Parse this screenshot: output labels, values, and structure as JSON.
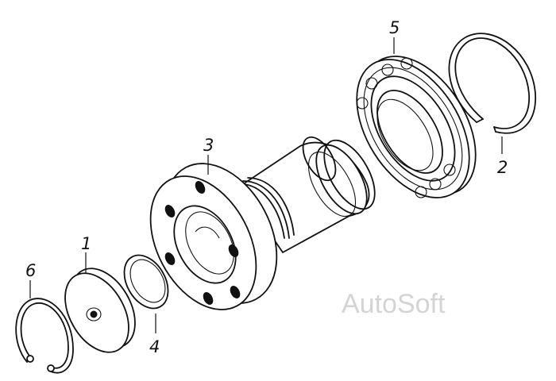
{
  "watermark": "AutoSoft",
  "callouts": {
    "p1": "1",
    "p2": "2",
    "p3": "3",
    "p4": "4",
    "p5": "5",
    "p6": "6"
  }
}
